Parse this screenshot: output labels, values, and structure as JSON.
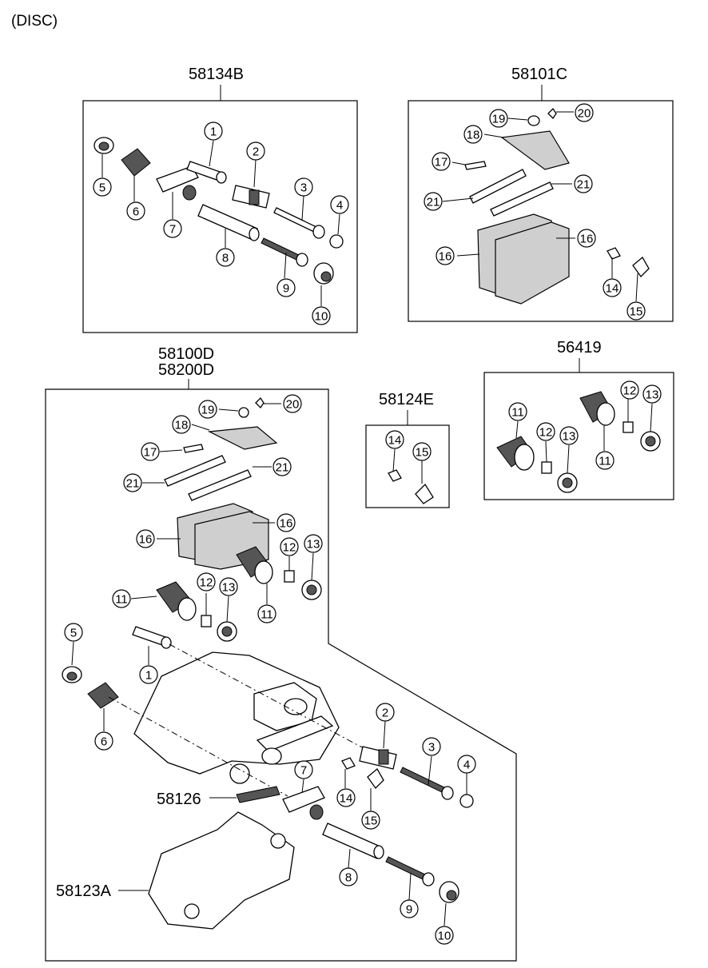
{
  "header": {
    "title": "(DISC)"
  },
  "groups": {
    "g58134B": "58134B",
    "g58101C": "58101C",
    "g58100D": "58100D",
    "g58200D": "58200D",
    "g58124E": "58124E",
    "g56419": "56419",
    "g58126": "58126",
    "g58123A": "58123A"
  },
  "callouts": {
    "n1": "1",
    "n2": "2",
    "n3": "3",
    "n4": "4",
    "n5": "5",
    "n6": "6",
    "n7": "7",
    "n8": "8",
    "n9": "9",
    "n10": "10",
    "n11": "11",
    "n12": "12",
    "n13": "13",
    "n14": "14",
    "n15": "15",
    "n16": "16",
    "n17": "17",
    "n18": "18",
    "n19": "19",
    "n20": "20",
    "n21": "21"
  }
}
